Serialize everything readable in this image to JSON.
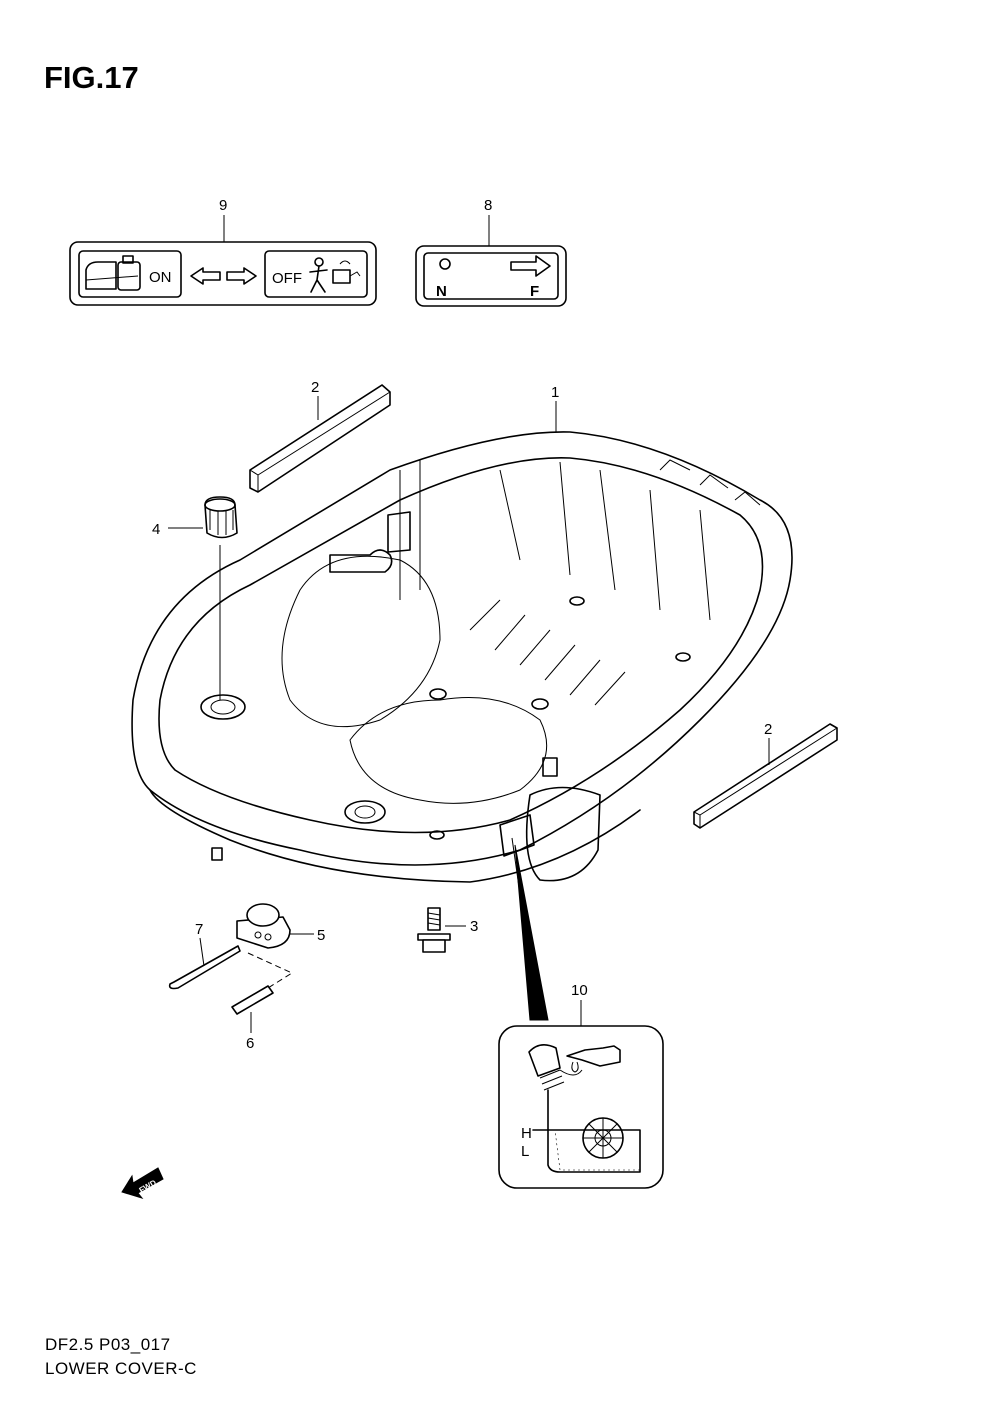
{
  "figure": {
    "title": "FIG.17",
    "caption_line1": "DF2.5 P03_017",
    "caption_line2": "LOWER COVER-C"
  },
  "callouts": {
    "c1": "1",
    "c2a": "2",
    "c2b": "2",
    "c3": "3",
    "c4": "4",
    "c5": "5",
    "c6": "6",
    "c7": "7",
    "c8": "8",
    "c9": "9",
    "c10": "10"
  },
  "label_9": {
    "on_text": "ON",
    "off_text": "OFF"
  },
  "label_8": {
    "n_text": "N",
    "f_text": "F"
  },
  "label_10": {
    "h_text": "H",
    "l_text": "L"
  },
  "fwd_arrow": {
    "text": "FWD"
  }
}
